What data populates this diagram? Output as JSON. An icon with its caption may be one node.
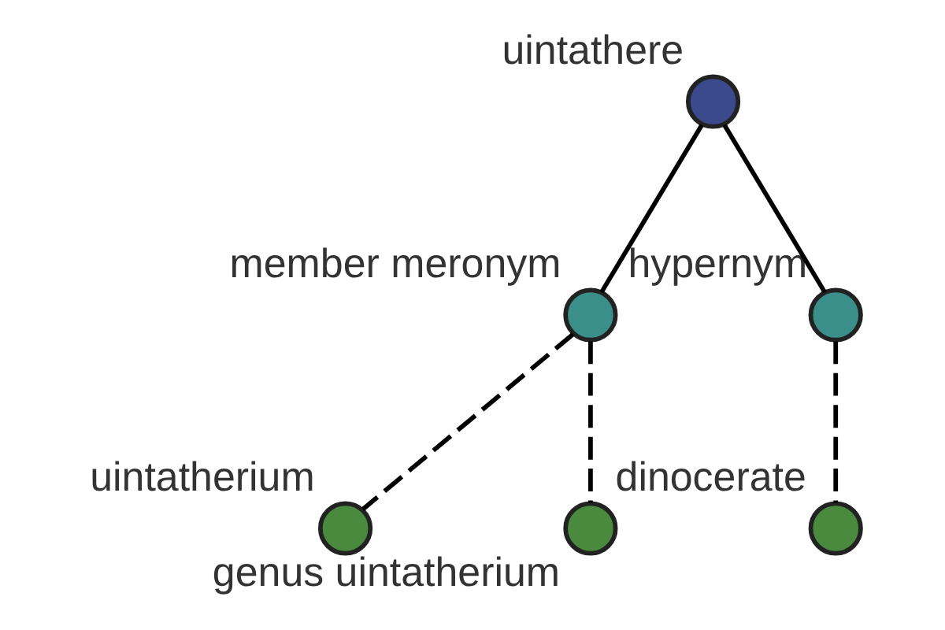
{
  "diagram": {
    "nodes": [
      {
        "text": [],
        "shape": "circle",
        "beside": [
          "uintathere"
        ]
      },
      {
        "text": [],
        "shape": "circle",
        "beside": [
          "member meronym"
        ]
      },
      {
        "text": [],
        "shape": "circle",
        "beside": [
          "hypernym"
        ]
      },
      {
        "text": [],
        "shape": "circle",
        "beside": [
          "uintatherium"
        ]
      },
      {
        "text": [],
        "shape": "circle",
        "beside": [
          "genus uintatherium"
        ]
      },
      {
        "text": [],
        "shape": "circle",
        "beside": [
          "dinocerate"
        ]
      }
    ],
    "edges": [
      {
        "from": 0,
        "to": 1,
        "arrow": "none"
      },
      {
        "from": 0,
        "to": 2,
        "arrow": "none"
      },
      {
        "from": 1,
        "to": 3,
        "arrow": "none",
        "style": "dashed"
      },
      {
        "from": 1,
        "to": 4,
        "arrow": "none",
        "style": "dashed"
      },
      {
        "from": 2,
        "to": 5,
        "arrow": "none",
        "style": "dashed"
      }
    ]
  }
}
